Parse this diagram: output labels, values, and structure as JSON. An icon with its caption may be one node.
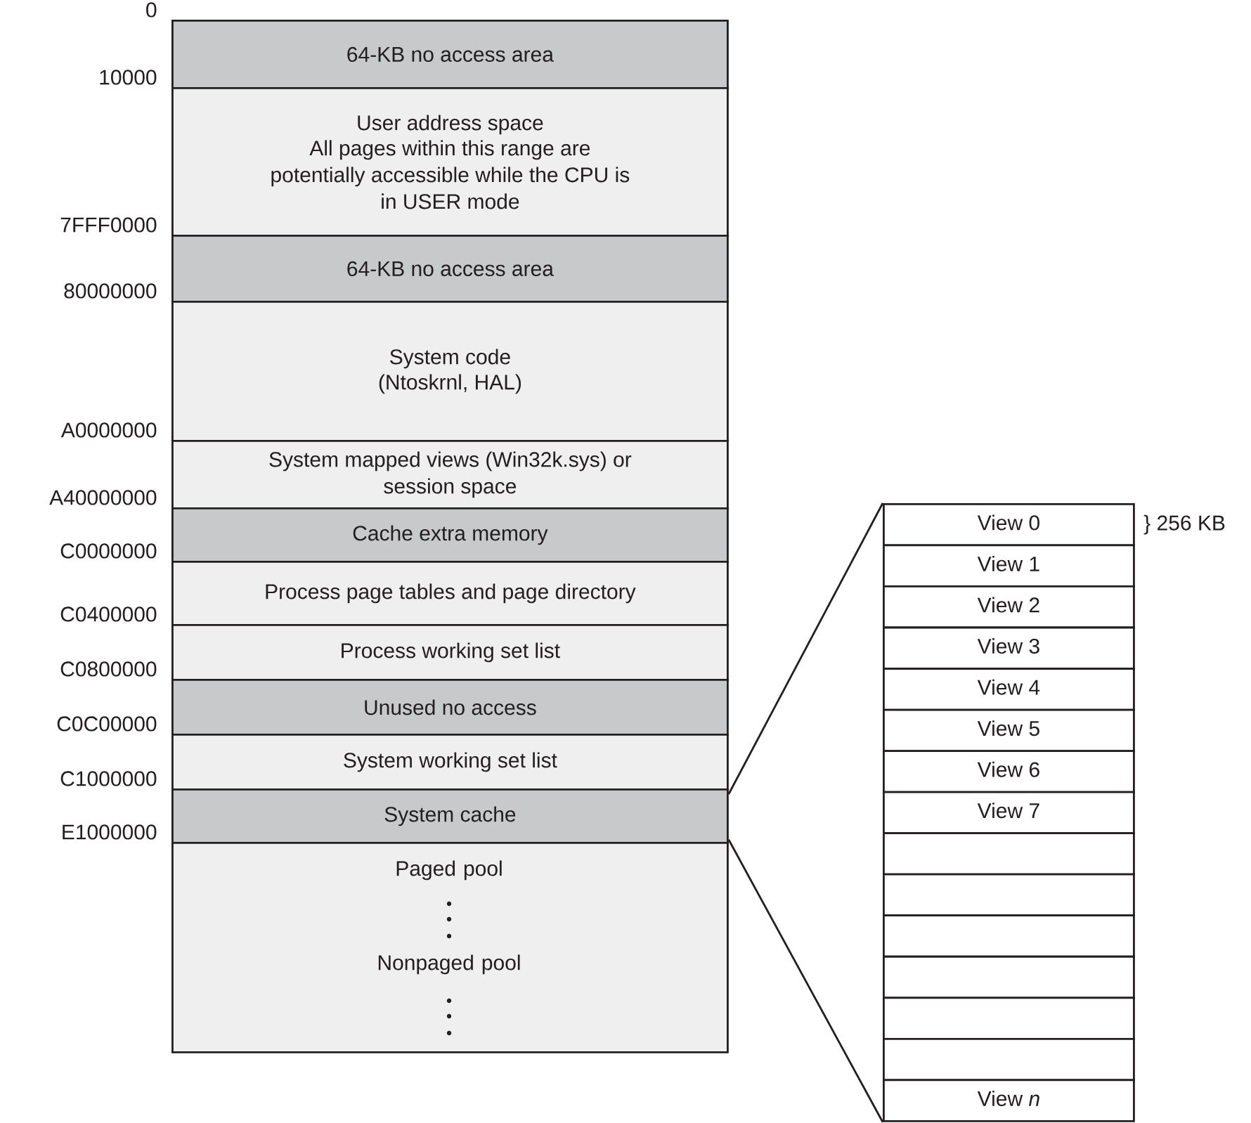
{
  "diagram": {
    "nodes": [
      {
        "text": [
          "64-KB no access area"
        ]
      },
      {
        "text": [
          "User address space",
          "All pages within this range are potentially accessible while the CPU is in USER mode"
        ]
      },
      {
        "text": [
          "64-KB no access area"
        ]
      },
      {
        "text": [
          "System code",
          "(Ntoskrnl, HAL)"
        ]
      },
      {
        "text": [
          "System mapped views (Win32k.sys) or session space"
        ]
      },
      {
        "text": [
          "Cache extra memory"
        ]
      },
      {
        "text": [
          "Process page tables and page directory"
        ]
      },
      {
        "text": [
          "Process working set list"
        ]
      },
      {
        "text": [
          "Unused no access"
        ]
      },
      {
        "text": [
          "System working set list"
        ]
      },
      {
        "text": [
          "System cache"
        ]
      },
      {
        "text": [
          "Paged pool",
          "Nonpaged pool"
        ]
      },
      {
        "text": [
          "View 0"
        ],
        "beside": [
          "} 256 KB"
        ]
      },
      {
        "text": [
          "View 1"
        ]
      },
      {
        "text": [
          "View 2"
        ]
      },
      {
        "text": [
          "View 3"
        ]
      },
      {
        "text": [
          "View 4"
        ]
      },
      {
        "text": [
          "View 5"
        ]
      },
      {
        "text": [
          "View 6"
        ]
      },
      {
        "text": [
          "View 7"
        ]
      },
      {
        "text": [],
        "shape": "box"
      },
      {
        "text": [],
        "shape": "box"
      },
      {
        "text": [],
        "shape": "box"
      },
      {
        "text": [],
        "shape": "box"
      },
      {
        "text": [],
        "shape": "box"
      },
      {
        "text": [],
        "shape": "box"
      },
      {
        "text": [
          "View *n*"
        ]
      }
    ],
    "edges": [
      {
        "from": 10,
        "to": 12,
        "arrow": "none"
      },
      {
        "from": 10,
        "to": 26,
        "arrow": "none"
      }
    ],
    "labels": [
      "0",
      "10000",
      "7FFF0000",
      "80000000",
      "A0000000",
      "A40000000",
      "C0000000",
      "C0400000",
      "C0800000",
      "C0C00000",
      "C1000000",
      "E1000000"
    ]
  }
}
